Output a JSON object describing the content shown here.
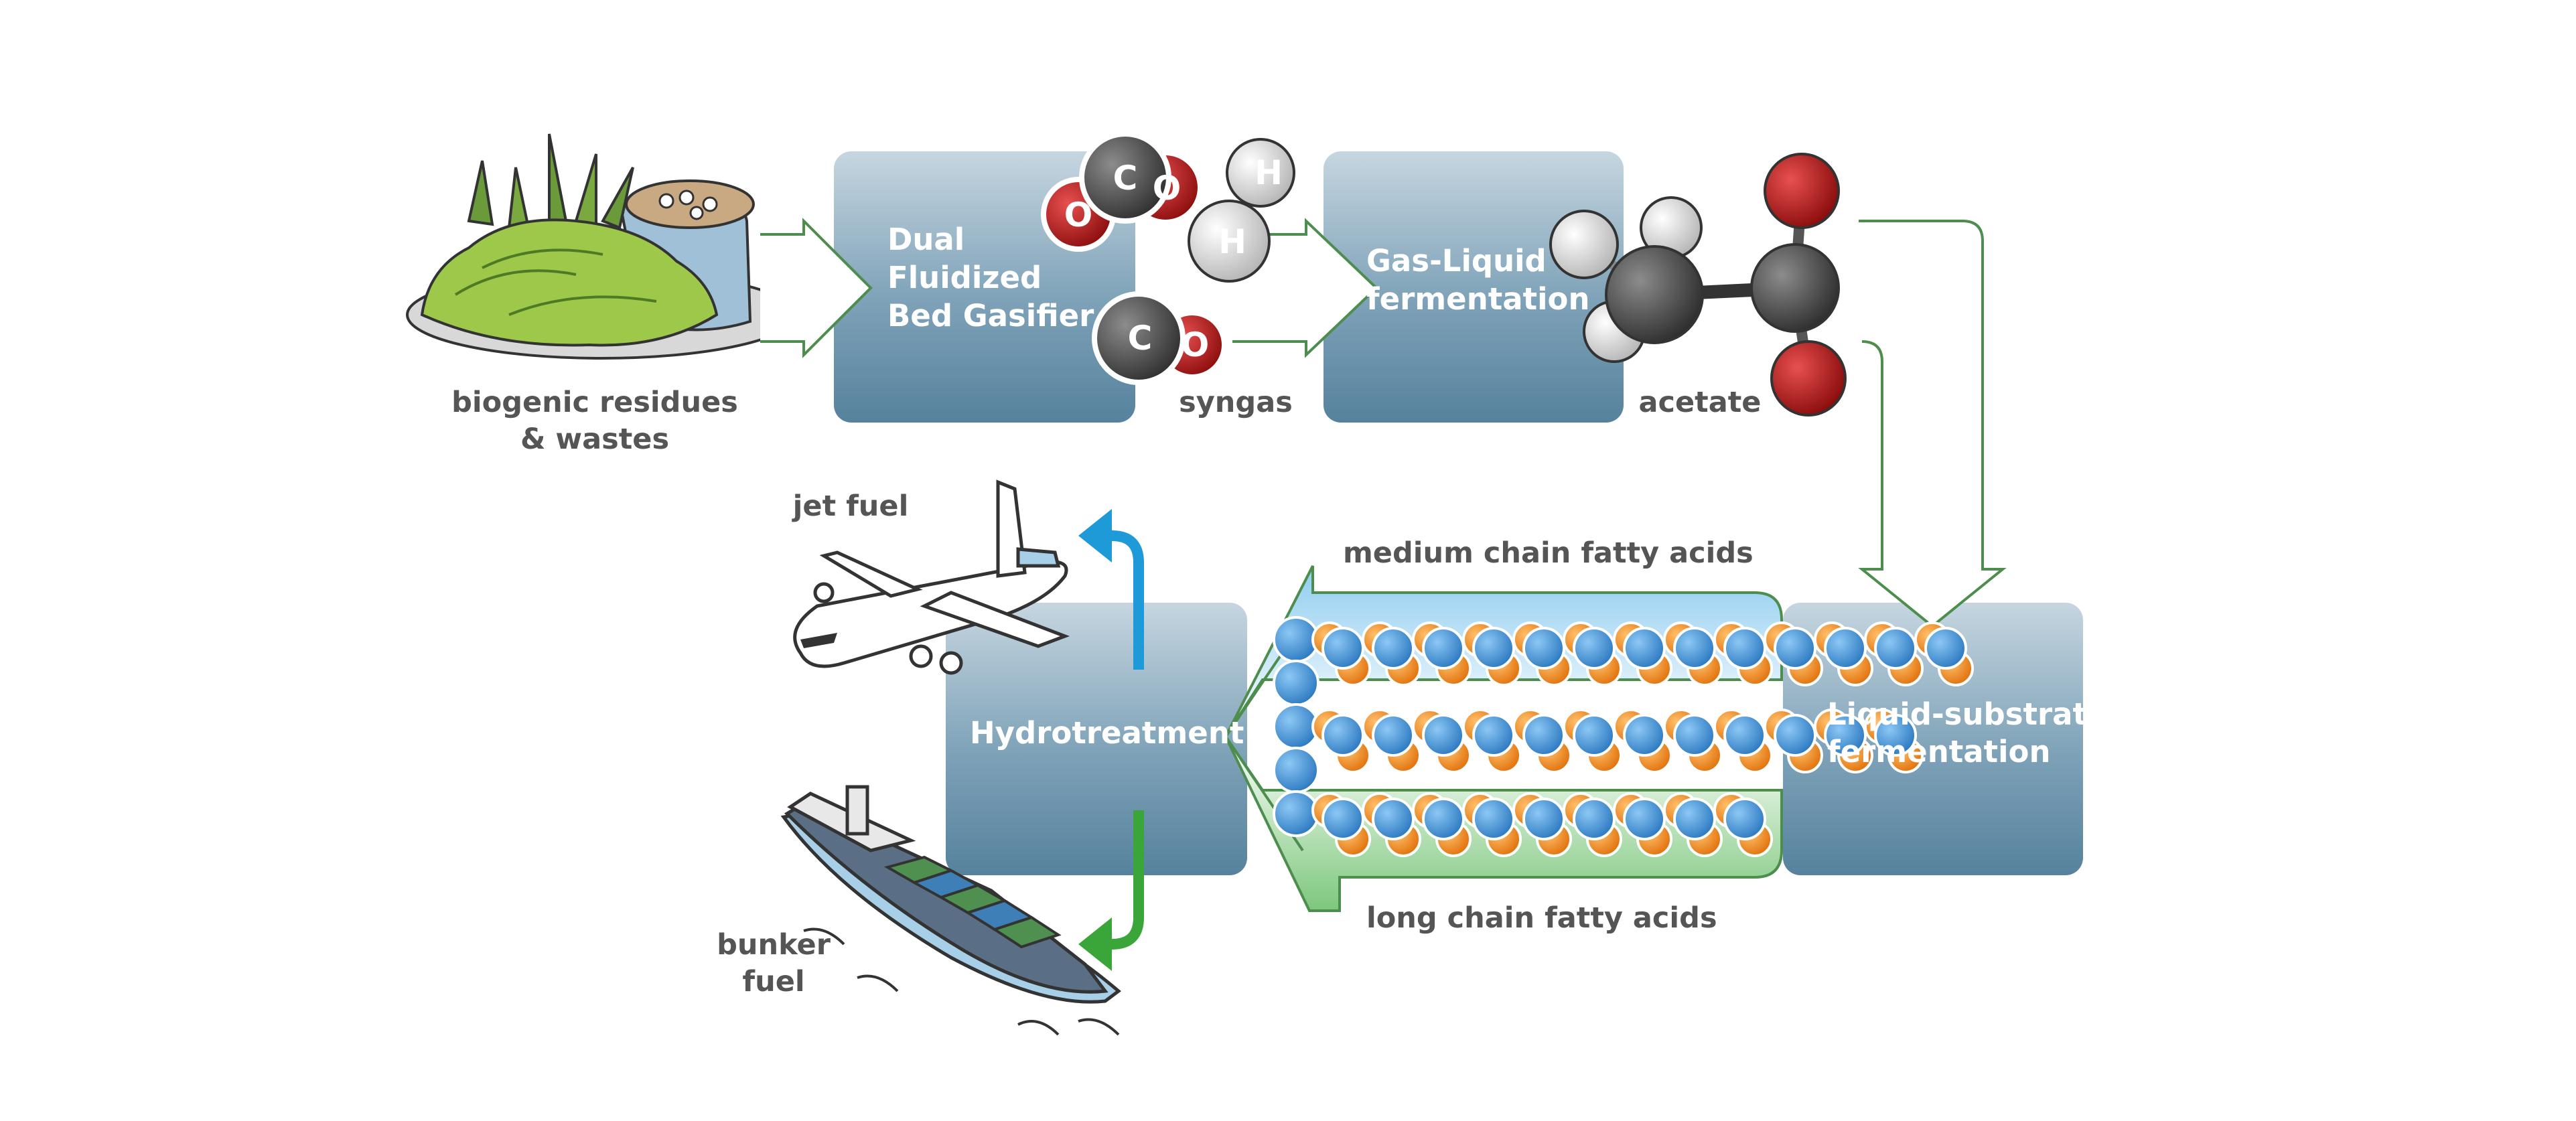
{
  "process_boxes": {
    "gasifier": [
      "Dual",
      "Fluidized",
      "Bed Gasifier"
    ],
    "gas_liquid": [
      "Gas-Liquid",
      "fermentation"
    ],
    "liquid_substrate": [
      "Liquid-substrate",
      "fermentation"
    ],
    "hydrotreatment": [
      "Hydrotreatment"
    ]
  },
  "labels": {
    "feedstock": [
      "biogenic residues",
      "& wastes"
    ],
    "syngas": "syngas",
    "acetate": "acetate",
    "mcfa": "medium chain fatty acids",
    "lcfa": "long chain fatty acids",
    "jet_fuel": "jet fuel",
    "bunker_fuel": [
      "bunker",
      "fuel"
    ]
  },
  "molecule_letters": {
    "carbon": "C",
    "oxygen": "O",
    "hydrogen": "H"
  },
  "colors": {
    "box_dark": "#5f8aa4",
    "box_light": "#c9d8e2",
    "flow_arrow": "#4d8d4d",
    "jet_arrow": "#1e9ad8",
    "bunker_arrow": "#3aa63a",
    "carbon": "#4a4a4a",
    "oxygen": "#c41a1a",
    "hydrogen": "#e6e6e6",
    "chain_blue": "#3f8fd3",
    "chain_orange": "#f0861a",
    "mcfa_band": "#c9e6f5",
    "lcfa_band": "#bfe1bf"
  }
}
